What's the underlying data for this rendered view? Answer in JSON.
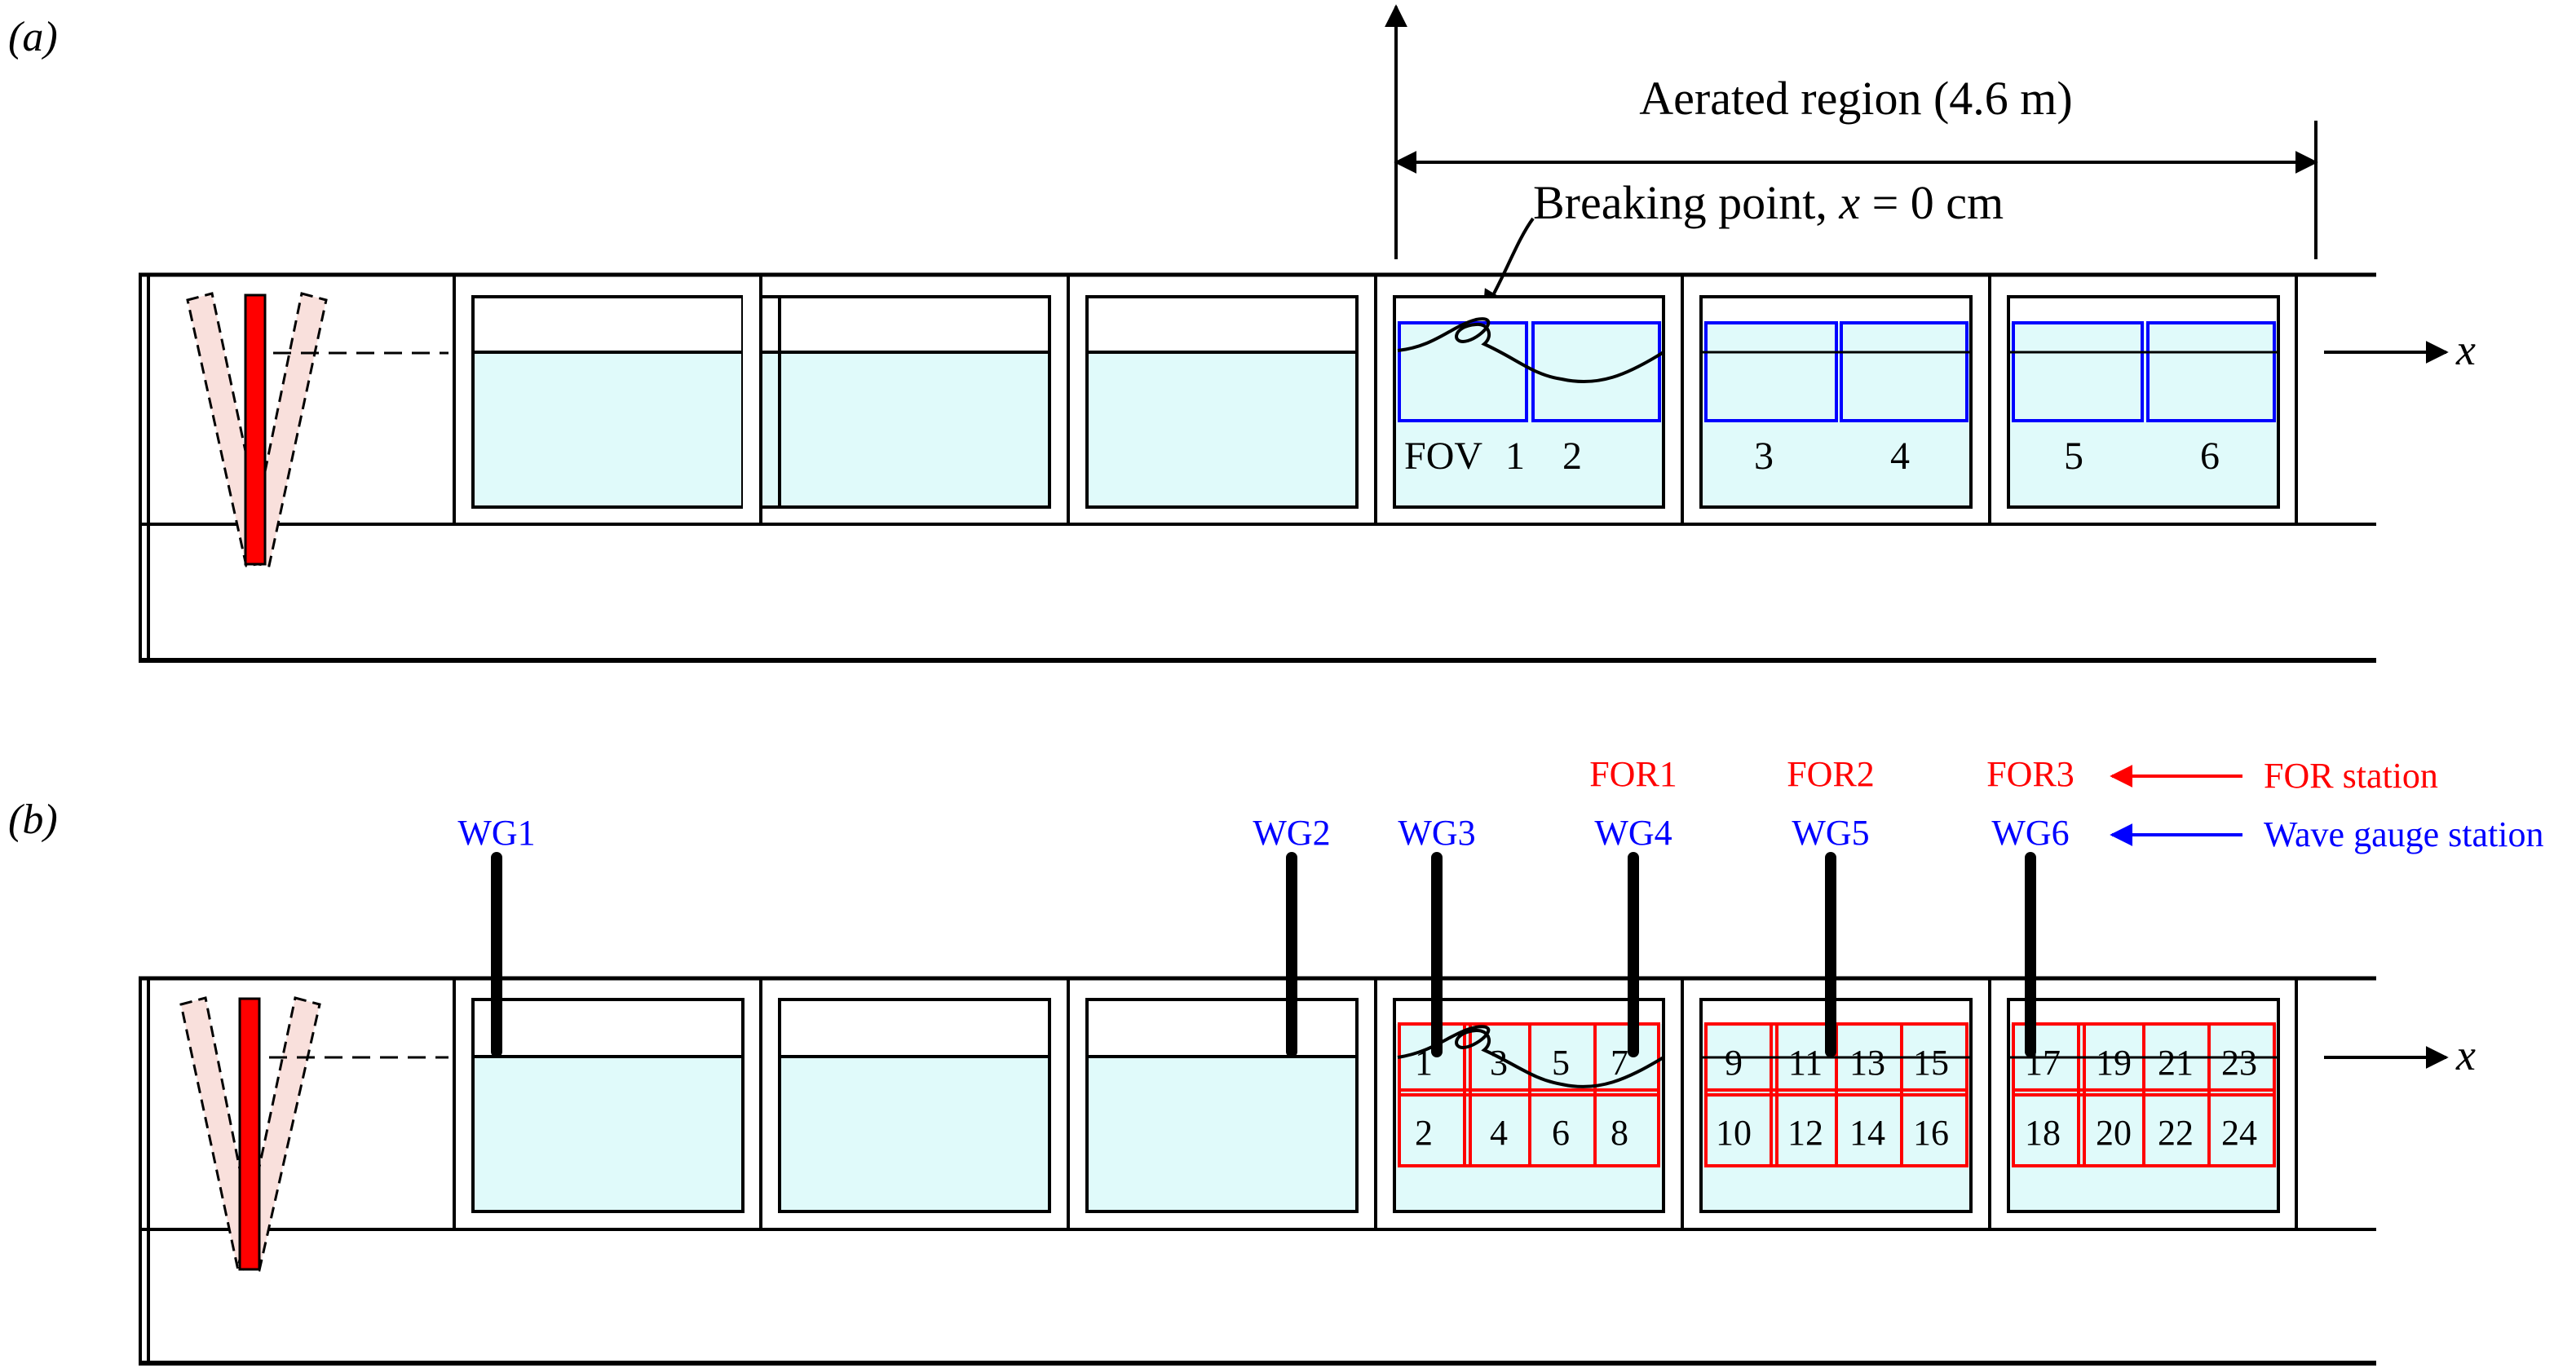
{
  "colors": {
    "water": "#e0fafa",
    "outline": "#000000",
    "fov_blue": "#0000ff",
    "gauge_blue": "#0000ff",
    "for_red": "#ff0000",
    "paddle_red": "#ff0000",
    "paddle_ghost": "#f9e0dc"
  },
  "panel_a": {
    "label": "(a)",
    "region_label": "Aerated region (4.6 m)",
    "breaking_label": "Breaking point, ",
    "breaking_var": "x",
    "breaking_value": " = 0 cm",
    "axis_label": "x",
    "fov_prefix": "FOV",
    "fov_numbers": [
      "1",
      "2",
      "3",
      "4",
      "5",
      "6"
    ]
  },
  "panel_b": {
    "label": "(b)",
    "axis_label": "x",
    "wave_gauges": [
      "WG1",
      "WG2",
      "WG3",
      "WG4",
      "WG5",
      "WG6"
    ],
    "for_stations": [
      "FOR1",
      "FOR2",
      "FOR3"
    ],
    "legend": {
      "for_station": "FOR station",
      "wave_gauge_station": "Wave gauge station"
    },
    "for_cells": [
      [
        "1",
        "2",
        "3",
        "4",
        "5",
        "6",
        "7",
        "8"
      ],
      [
        "9",
        "10",
        "11",
        "12",
        "13",
        "14",
        "15",
        "16"
      ],
      [
        "17",
        "18",
        "19",
        "20",
        "21",
        "22",
        "23",
        "24"
      ]
    ]
  }
}
